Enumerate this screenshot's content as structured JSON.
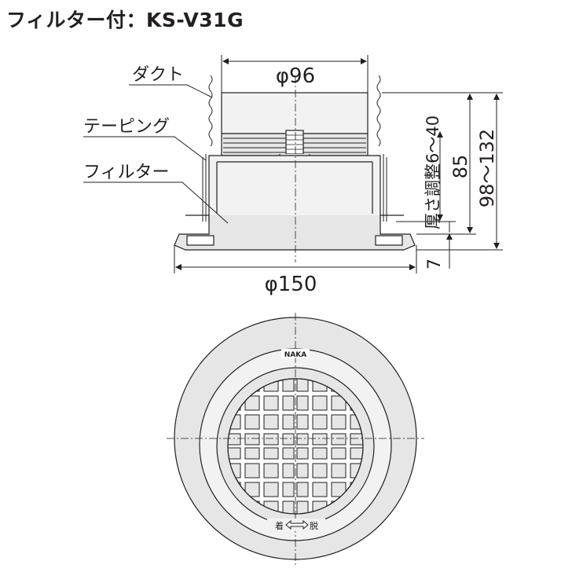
{
  "title": "フィルター付：KS-V31G",
  "callouts": {
    "duct": "ダクト",
    "taping": "テーピング",
    "filter": "フィルター"
  },
  "dimensions": {
    "top_diameter": "φ96",
    "bottom_diameter": "φ150",
    "thickness_adjust": "厚さ調整6～40",
    "height_85": "85",
    "height_range": "98～132",
    "flange_7": "7"
  },
  "plan_view": {
    "brand_mark": "NAKA",
    "attach_label": "着",
    "detach_label": "脱"
  },
  "colors": {
    "line": "#231f20",
    "fill_part": "#e6e6e6",
    "fill_light": "#f2f2f2",
    "fill_dark": "#bfbfbf"
  }
}
